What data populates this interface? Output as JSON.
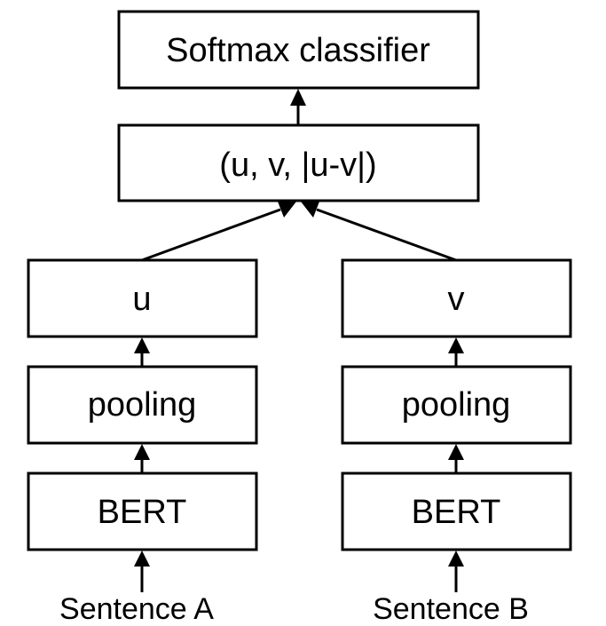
{
  "diagram": {
    "nodes": {
      "softmax": "Softmax classifier",
      "concat": "(u, v, |u-v|)",
      "u": "u",
      "v": "v",
      "pooling_a": "pooling",
      "pooling_b": "pooling",
      "bert_a": "BERT",
      "bert_b": "BERT"
    },
    "inputs": {
      "sentence_a": "Sentence A",
      "sentence_b": "Sentence B"
    },
    "edges": [
      {
        "from": "sentence_a",
        "to": "bert_a"
      },
      {
        "from": "bert_a",
        "to": "pooling_a"
      },
      {
        "from": "pooling_a",
        "to": "u"
      },
      {
        "from": "u",
        "to": "concat"
      },
      {
        "from": "sentence_b",
        "to": "bert_b"
      },
      {
        "from": "bert_b",
        "to": "pooling_b"
      },
      {
        "from": "pooling_b",
        "to": "v"
      },
      {
        "from": "v",
        "to": "concat"
      },
      {
        "from": "concat",
        "to": "softmax"
      }
    ]
  }
}
